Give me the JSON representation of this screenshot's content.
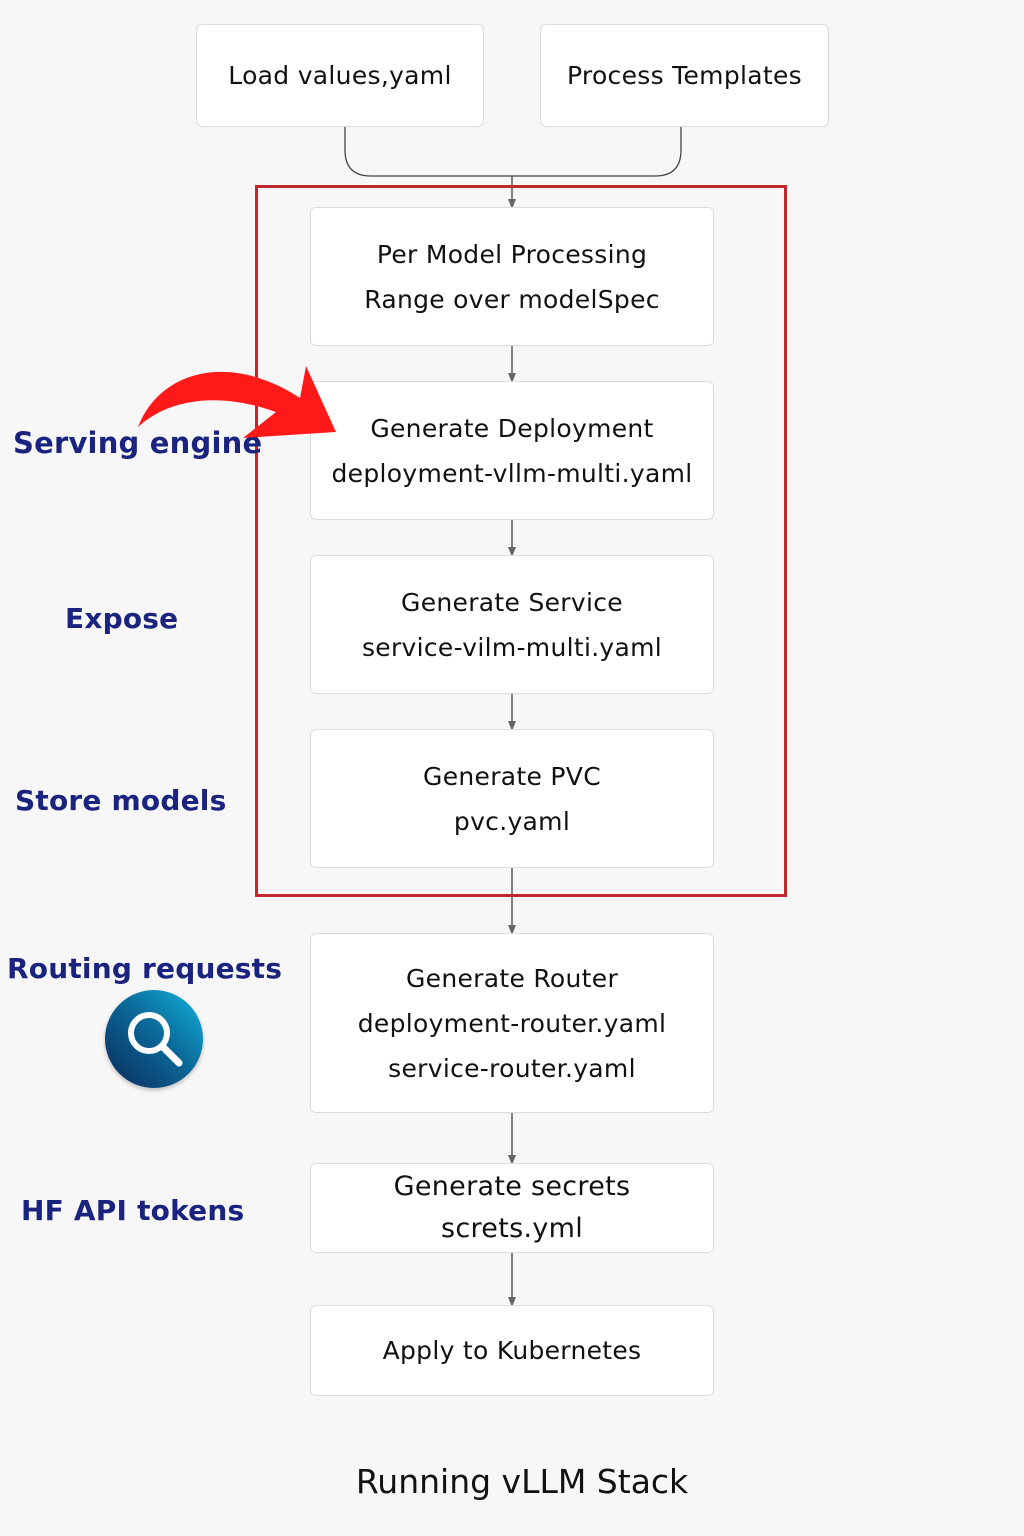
{
  "inputs": [
    {
      "label": "Load values,yaml"
    },
    {
      "label": "Process Templates"
    }
  ],
  "steps": [
    {
      "lines": [
        "Per Model Processing",
        "Range over modelSpec"
      ]
    },
    {
      "lines": [
        "Generate Deployment",
        "deployment-vllm-multi.yaml"
      ]
    },
    {
      "lines": [
        "Generate Service",
        "service-vilm-multi.yaml"
      ]
    },
    {
      "lines": [
        "Generate PVC",
        "pvc.yaml"
      ]
    },
    {
      "lines": [
        "Generate Router",
        "deployment-router.yaml",
        "service-router.yaml"
      ]
    },
    {
      "lines": [
        "Generate secrets",
        "screts.yml"
      ]
    },
    {
      "lines": [
        "Apply to Kubernetes"
      ]
    }
  ],
  "annotations": [
    {
      "label": "Serving engine"
    },
    {
      "label": "Expose"
    },
    {
      "label": "Store models"
    },
    {
      "label": "Routing requests"
    },
    {
      "label": "HF API tokens"
    }
  ],
  "icons": {
    "arrow": "curved-arrow-icon",
    "search": "search-icon"
  },
  "colors": {
    "annotation_text": "#1a237e",
    "highlight_frame": "#c0282d",
    "callout_arrow": "#ff1a1a",
    "connector": "#555555"
  },
  "footer": {
    "label": "Running vLLM Stack"
  }
}
